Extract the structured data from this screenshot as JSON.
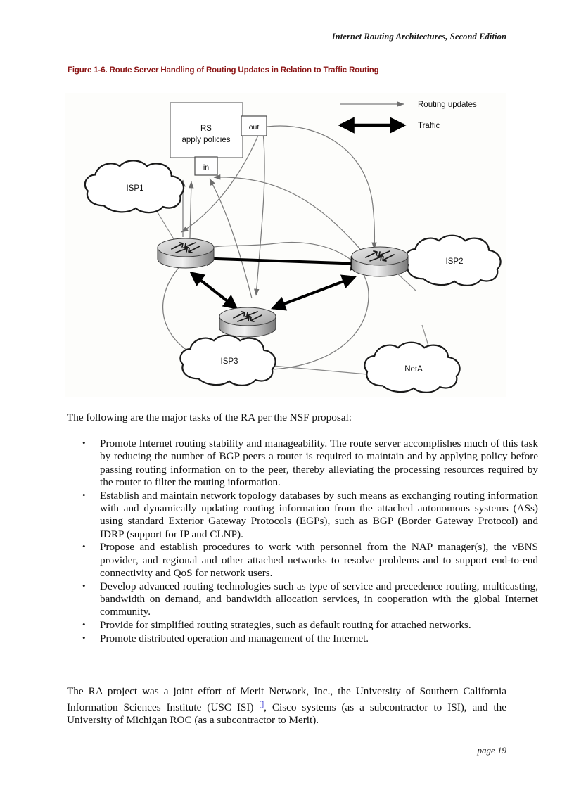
{
  "header": {
    "running_title": "Internet Routing Architectures, Second Edition"
  },
  "figure": {
    "caption": "Figure 1-6. Route Server Handling of Routing Updates in Relation to Traffic Routing",
    "caption_color": "#8c1616",
    "nodes": {
      "route_server_line1": "RS",
      "route_server_line2": "apply policies",
      "port_out": "out",
      "port_in": "in",
      "cloud_isp1": "ISP1",
      "cloud_isp2": "ISP2",
      "cloud_isp3": "ISP3",
      "cloud_neta": "NetA"
    },
    "legend": [
      {
        "label": "Routing updates",
        "style": "thin-gray-single-arrow",
        "color": "#6d6d6d"
      },
      {
        "label": "Traffic",
        "style": "thick-black-double-arrow",
        "color": "#000000"
      }
    ]
  },
  "body": {
    "lead_paragraph": "The following are the major tasks of the RA per the NSF proposal:",
    "tasks": [
      "Promote Internet routing stability and manageability. The route server accomplishes much of this task by reducing the number of BGP peers a router is required to maintain and by applying policy before passing routing information on to the peer, thereby alleviating the processing resources required by the router to filter the routing information.",
      "Establish and maintain network topology databases by such means as exchanging routing information with and dynamically updating routing information from the attached autonomous systems (ASs) using standard Exterior Gateway Protocols (EGPs), such as BGP (Border Gateway Protocol) and IDRP (support for IP and CLNP).",
      "Propose and establish procedures to work with personnel from the NAP manager(s), the vBNS provider, and regional and other attached networks to resolve problems and to support end-to-end connectivity and QoS for network users.",
      "Develop advanced routing technologies such as type of service and precedence routing, multicasting, bandwidth on demand, and bandwidth allocation services, in cooperation with the global Internet community.",
      "Provide for simplified routing strategies, such as default routing for attached networks.",
      "Promote distributed operation and management of the Internet."
    ],
    "closing_paragraph_part1": "The RA project was a joint effort of Merit Network, Inc., the University of Southern California Information Sciences Institute (USC ISI) ",
    "closing_footnote_marker": "[]",
    "closing_paragraph_part2": ", Cisco systems (as a subcontractor to ISI), and the University of Michigan ROC (as a subcontractor to Merit)."
  },
  "footer": {
    "page_label": "page 19"
  }
}
